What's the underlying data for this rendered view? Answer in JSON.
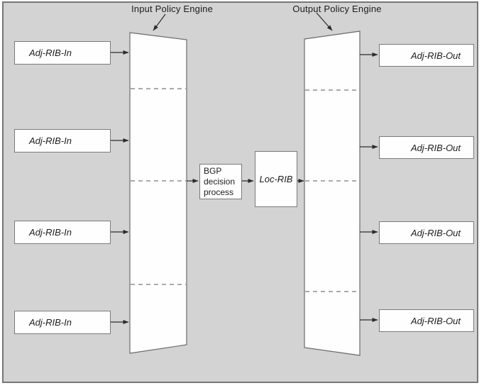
{
  "labels": {
    "input_policy_engine": "Input Policy Engine",
    "output_policy_engine": "Output Policy Engine"
  },
  "nodes": {
    "adj_rib_in": [
      {
        "label": "Adj-RIB-In"
      },
      {
        "label": "Adj-RIB-In"
      },
      {
        "label": "Adj-RIB-In"
      },
      {
        "label": "Adj-RIB-In"
      }
    ],
    "adj_rib_out": [
      {
        "label": "Adj-RIB-Out"
      },
      {
        "label": "Adj-RIB-Out"
      },
      {
        "label": "Adj-RIB-Out"
      },
      {
        "label": "Adj-RIB-Out"
      }
    ],
    "bgp_decision": {
      "label": "BGP decision process"
    },
    "loc_rib": {
      "label": "Loc-RIB"
    }
  },
  "colors": {
    "page_bg": "#ffffff",
    "panel_bg": "#d3d3d3",
    "panel_border": "#767676",
    "node_fill": "#fefefe",
    "node_border": "#7a7a7a",
    "shape_border": "#6b6b6b",
    "dash": "#8f8f8f",
    "line": "#2b2b2b",
    "text": "#1c1c1c"
  }
}
